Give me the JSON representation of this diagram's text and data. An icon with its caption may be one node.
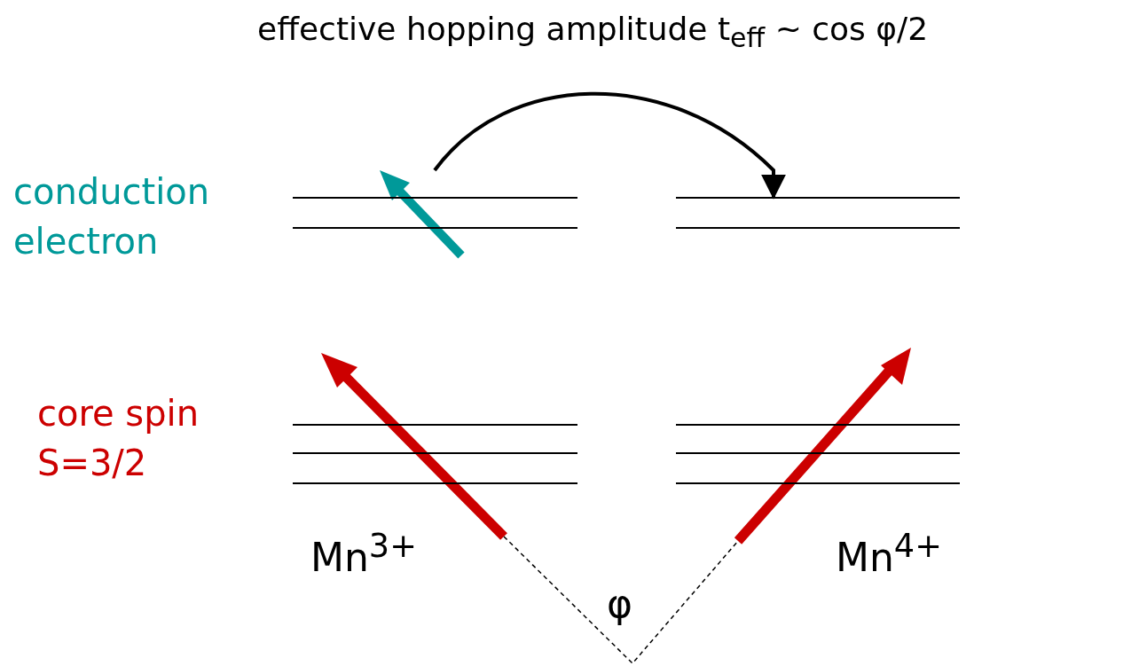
{
  "diagram": {
    "title": "effective hopping amplitude t$_{eff}$ ~ cos φ/2",
    "nodes": [
      {
        "text": [],
        "shape": "bar",
        "beside": [
          "conduction electron"
        ]
      },
      {
        "text": [],
        "shape": "bar"
      },
      {
        "text": [],
        "shape": "bar",
        "beside": [
          "core spin S=3/2",
          "Mn$^{3+}$"
        ]
      },
      {
        "text": [],
        "shape": "bar",
        "beside": [
          "Mn$^{4+}$"
        ]
      }
    ],
    "edges": [
      {
        "from": 0,
        "to": 1,
        "arrow": "to"
      }
    ],
    "labels": [
      "φ"
    ]
  }
}
